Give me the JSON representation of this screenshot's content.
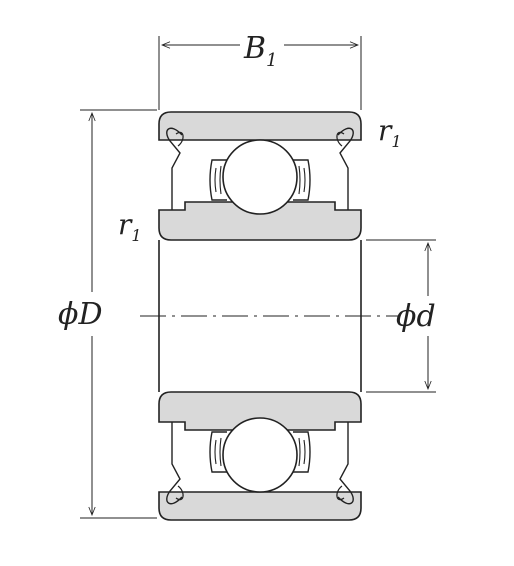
{
  "labels": {
    "width": {
      "symbol": "B",
      "subscript": "1"
    },
    "outer_diameter": {
      "prefix": "ϕ",
      "symbol": "D"
    },
    "bore_diameter": {
      "prefix": "ϕ",
      "symbol": "d"
    },
    "chamfer_right": {
      "symbol": "r",
      "subscript": "1"
    },
    "chamfer_left": {
      "symbol": "r",
      "subscript": "1"
    }
  },
  "colors": {
    "ring_fill": "#d9d9d9",
    "line": "#222222",
    "background": "#ffffff"
  }
}
